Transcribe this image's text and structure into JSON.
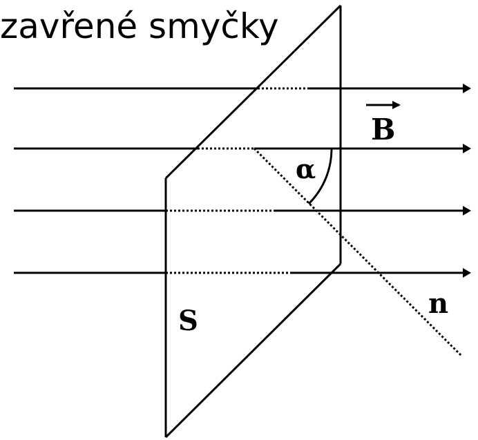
{
  "title": "zavřené smyčky",
  "labels": {
    "field": "B",
    "angle": "α",
    "normal": "n",
    "area": "S"
  },
  "colors": {
    "ink": "#000000",
    "background": "#ffffff"
  }
}
